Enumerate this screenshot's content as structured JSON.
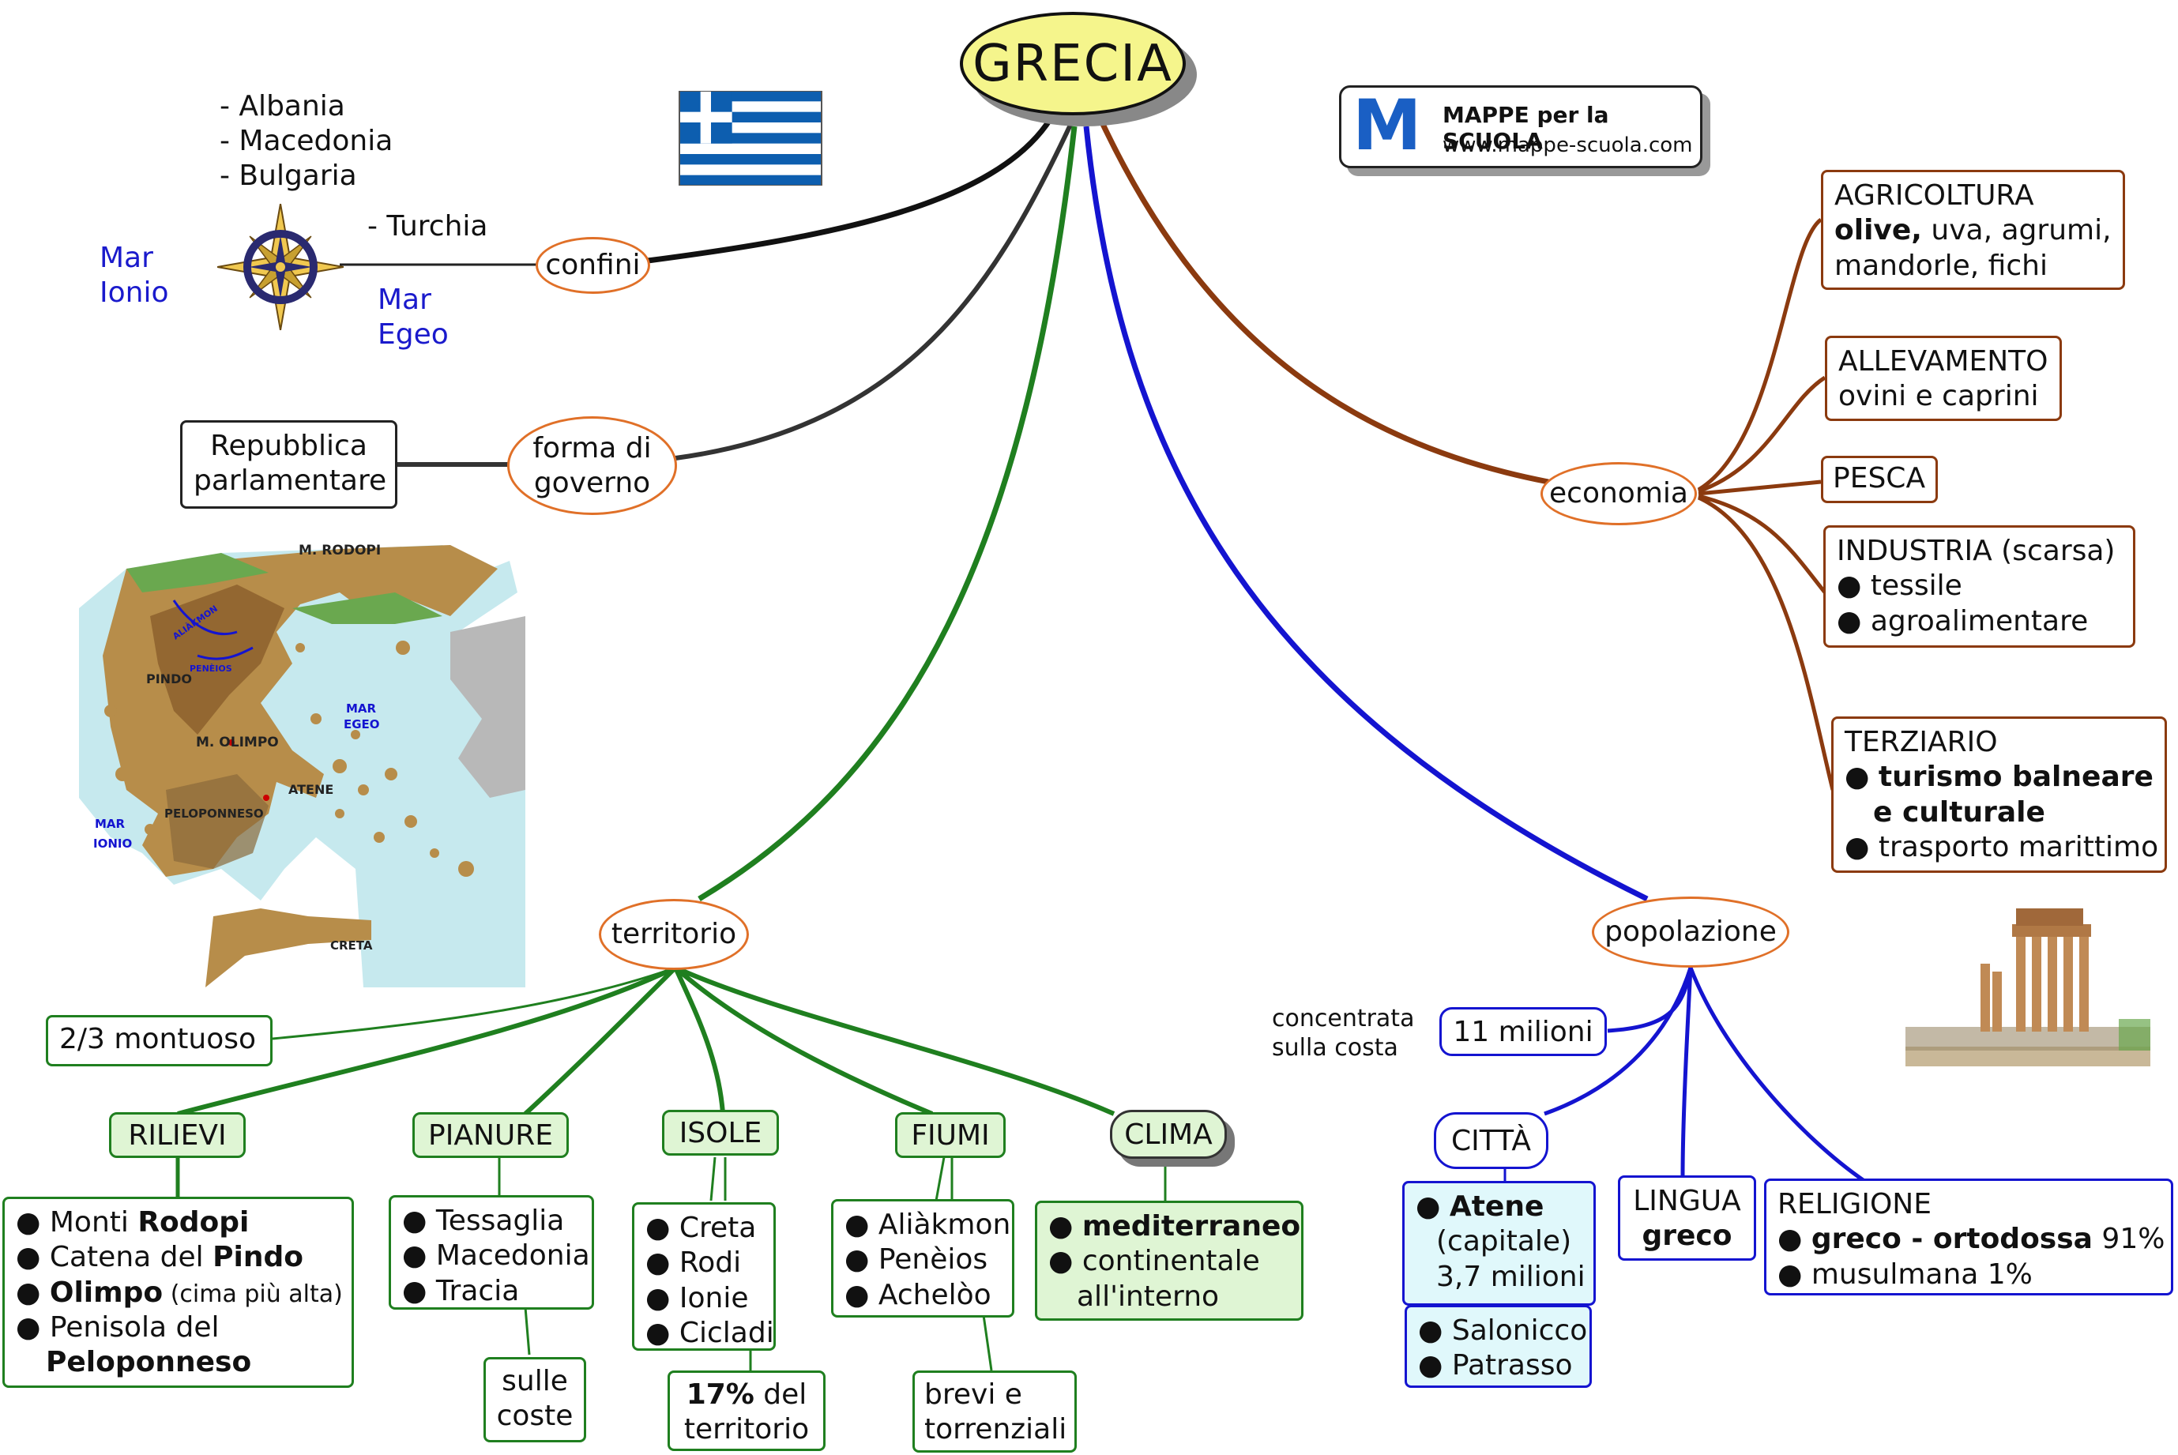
{
  "title": "GRECIA",
  "logo": {
    "brand": "MAPPE per la SCUOLA",
    "url": "www.mappe-scuola.com",
    "letter": "M"
  },
  "confini": {
    "label": "confini",
    "countries": [
      "- Albania",
      "- Macedonia",
      "- Bulgaria"
    ],
    "east": "- Turchia",
    "sea_west": [
      "Mar",
      "Ionio"
    ],
    "sea_east": [
      "Mar",
      "Egeo"
    ]
  },
  "governo": {
    "label": [
      "forma di",
      "governo"
    ],
    "value": [
      "Repubblica",
      "parlamentare"
    ]
  },
  "map_labels": {
    "rodopi": "M. RODOPI",
    "aliakmon": "ALIÀKMON",
    "peneios": "PENÈIOS",
    "pindo": "PINDO",
    "olimpo": "M. OLIMPO",
    "atene": "ATENE",
    "peloponneso": "PELOPONNESO",
    "mar_egeo": [
      "MAR",
      "EGEO"
    ],
    "mar_ionio": [
      "MAR",
      "IONIO"
    ],
    "creta": "CRETA"
  },
  "economia": {
    "label": "economia",
    "agricoltura": {
      "title": "AGRICOLTURA",
      "bold": "olive,",
      "rest": " uva, agrumi,",
      "line2": "mandorle, fichi"
    },
    "allevamento": {
      "title": "ALLEVAMENTO",
      "line2": "ovini e caprini"
    },
    "pesca": "PESCA",
    "industria": {
      "title": "INDUSTRIA (scarsa)",
      "items": [
        "tessile",
        "agroalimentare"
      ]
    },
    "terziario": {
      "title": "TERZIARIO",
      "bold1": "turismo balneare",
      "bold2": "e culturale",
      "item2": "trasporto marittimo"
    }
  },
  "territorio": {
    "label": "territorio",
    "montuoso": "2/3 montuoso",
    "rilievi": {
      "label": "RILIEVI",
      "i1a": "Monti ",
      "i1b": "Rodopi",
      "i2a": "Catena del ",
      "i2b": "Pindo",
      "i3a": "Olimpo",
      "i3b": " (cima più alta)",
      "i4": "Penisola del",
      "i5": "Peloponneso"
    },
    "pianure": {
      "label": "PIANURE",
      "items": [
        "Tessaglia",
        "Macedonia",
        "Tracia"
      ],
      "note": [
        "sulle",
        "coste"
      ]
    },
    "isole": {
      "label": "ISOLE",
      "items": [
        "Creta",
        "Rodi",
        "Ionie",
        "Cicladi"
      ],
      "note_bold": "17%",
      "note_rest": " del",
      "note2": "territorio"
    },
    "fiumi": {
      "label": "FIUMI",
      "items": [
        "Aliàkmon",
        "Penèios",
        "Achelòo"
      ],
      "note": [
        "brevi e",
        "torrenziali"
      ]
    },
    "clima": {
      "label": "CLIMA",
      "item1": "mediterraneo",
      "item2": "continentale",
      "item3": "all'interno"
    }
  },
  "popolazione": {
    "label": "popolazione",
    "abitanti": "11 milioni",
    "note": [
      "concentrata",
      "sulla costa"
    ],
    "citta": {
      "label": "CITTÀ",
      "capital": "Atene",
      "capital_note": "(capitale)",
      "capital_pop": "3,7 milioni",
      "others": [
        "Salonicco",
        "Patrasso"
      ]
    },
    "lingua": {
      "label": "LINGUA",
      "value": "greco"
    },
    "religione": {
      "label": "RELIGIONE",
      "bold": "greco - ortodossa",
      "pct1": " 91%",
      "item2": "musulmana 1%"
    }
  },
  "colors": {
    "economia": "#8b3a0f",
    "territorio": "#1f7f1f",
    "popolazione": "#1414d0",
    "confini": "#111111",
    "governo": "#333333",
    "title_fill": "#f5f58c"
  }
}
